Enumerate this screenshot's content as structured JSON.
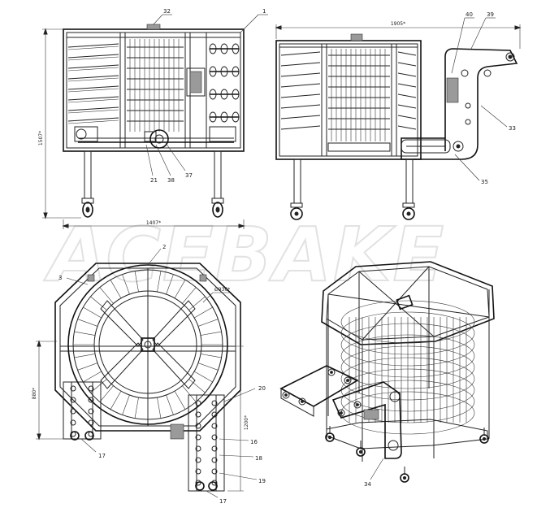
{
  "watermark": "ACEBAKE",
  "front_view": {
    "width_dim": "1407*",
    "height_dim": "1507*",
    "callouts": [
      "32",
      "1",
      "21",
      "38",
      "37"
    ]
  },
  "side_view": {
    "width_dim": "1905*",
    "callouts": [
      "40",
      "39",
      "33",
      "35"
    ]
  },
  "top_view": {
    "dia_dim": "Ø936*",
    "left_dim": "880*",
    "right_dim": "1200*",
    "callouts": [
      "2",
      "3",
      "20",
      "16",
      "18",
      "19",
      "17",
      "17"
    ]
  },
  "iso_view": {
    "callouts": [
      "34"
    ]
  }
}
